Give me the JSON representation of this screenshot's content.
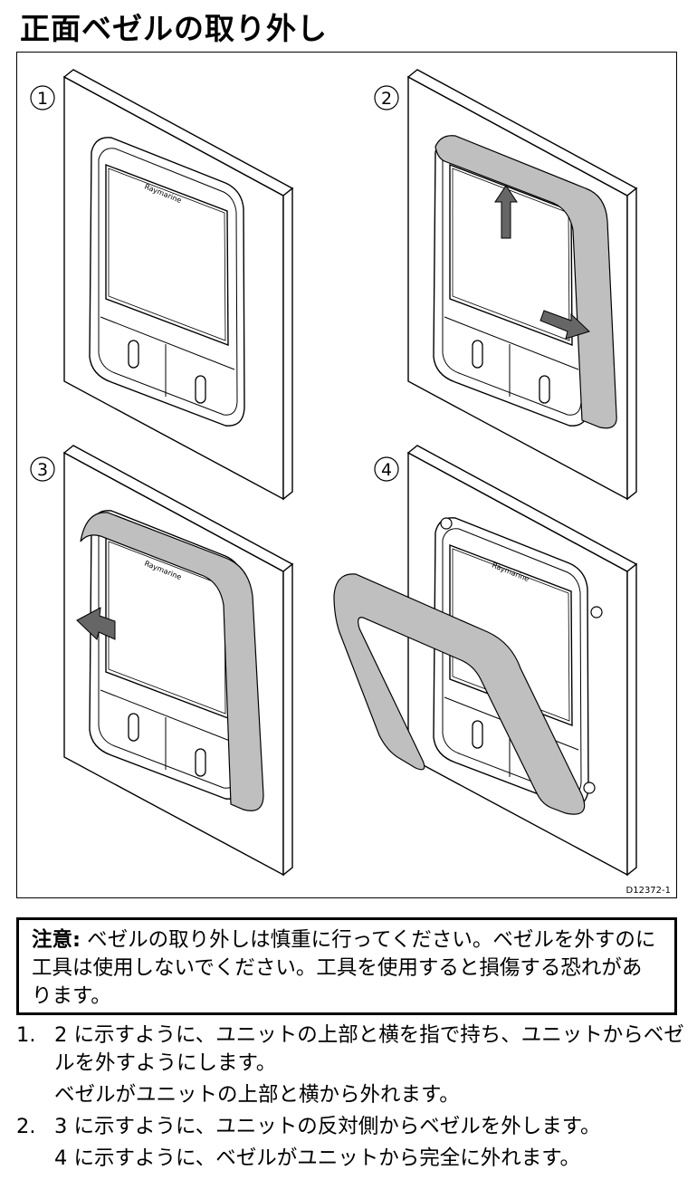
{
  "title": "正面ベゼルの取り外し",
  "figure": {
    "panels": [
      "1",
      "2",
      "3",
      "4"
    ],
    "brand": "Raymarine",
    "code": "D12372-1"
  },
  "note": {
    "label": "注意:",
    "text": " ベゼルの取り外しは慎重に行ってください。ベゼルを外すのに工具は使用しないでください。工具を使用すると損傷する恐れがあります。"
  },
  "steps": [
    {
      "number": "1.",
      "text": "2 に示すように、ユニットの上部と横を指で持ち、ユニットからベゼルを外すようにします。",
      "result": "ベゼルがユニットの上部と横から外れます。"
    },
    {
      "number": "2.",
      "text": "3 に示すように、ユニットの反対側からベゼルを外します。",
      "result": "4 に示すように、ベゼルがユニットから完全に外れます。"
    }
  ]
}
